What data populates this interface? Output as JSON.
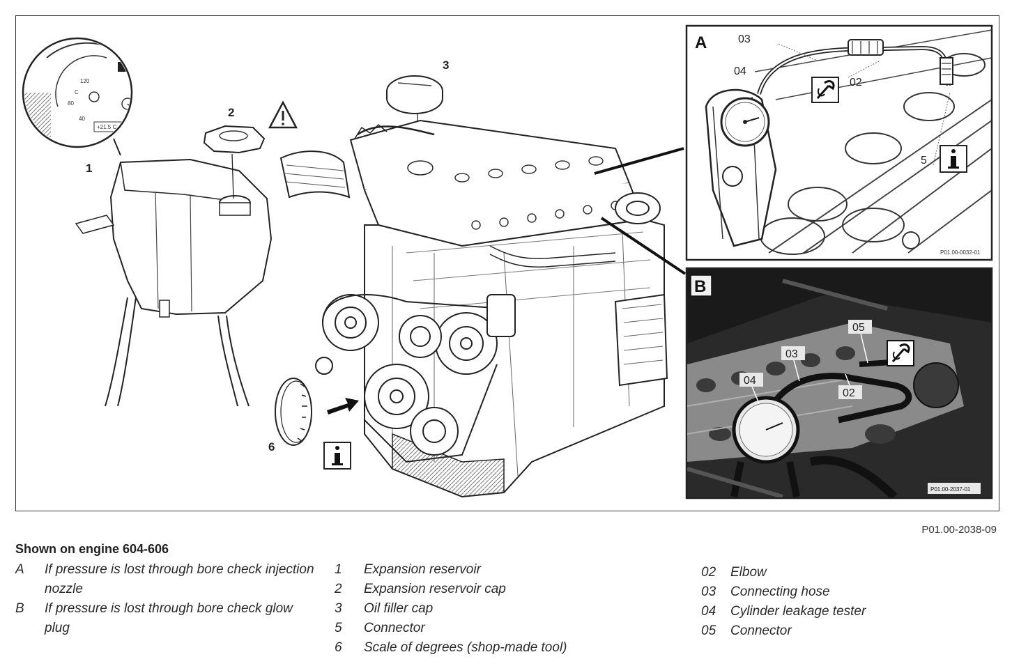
{
  "figure": {
    "callouts": {
      "c1": "1",
      "c2": "2",
      "c3": "3",
      "c6": "6",
      "inset_a": "A",
      "a_03": "03",
      "a_04": "04",
      "a_02": "02",
      "a_5": "5",
      "a_code": "P01.00-0032-01",
      "inset_b": "B",
      "b_05": "05",
      "b_03": "03",
      "b_04": "04",
      "b_02": "02",
      "b_code": "P01.00-2037-01",
      "gauge_readout": "+21.5 C",
      "gauge_tick_120": "120",
      "gauge_tick_80": "80",
      "gauge_tick_40": "40",
      "gauge_tick_c": "C"
    },
    "icons": {
      "warning": "warning-triangle-icon",
      "info": "info-icon",
      "special_tool": "special-tool-icon"
    }
  },
  "figure_code": "P01.00-2038-09",
  "legend": {
    "title": "Shown on engine 604-606",
    "insets": [
      {
        "key": "A",
        "text": "If pressure is lost through bore check injection nozzle"
      },
      {
        "key": "B",
        "text": "If pressure is lost through bore check glow plug"
      }
    ],
    "parts": [
      {
        "key": "1",
        "text": "Expansion reservoir"
      },
      {
        "key": "2",
        "text": "Expansion reservoir cap"
      },
      {
        "key": "3",
        "text": "Oil filler cap"
      },
      {
        "key": "5",
        "text": "Connector"
      },
      {
        "key": "6",
        "text": "Scale of degrees (shop-made tool)"
      }
    ],
    "tools": [
      {
        "key": "02",
        "text": "Elbow"
      },
      {
        "key": "03",
        "text": "Connecting hose"
      },
      {
        "key": "04",
        "text": "Cylinder leakage tester"
      },
      {
        "key": "05",
        "text": "Connector"
      }
    ]
  }
}
